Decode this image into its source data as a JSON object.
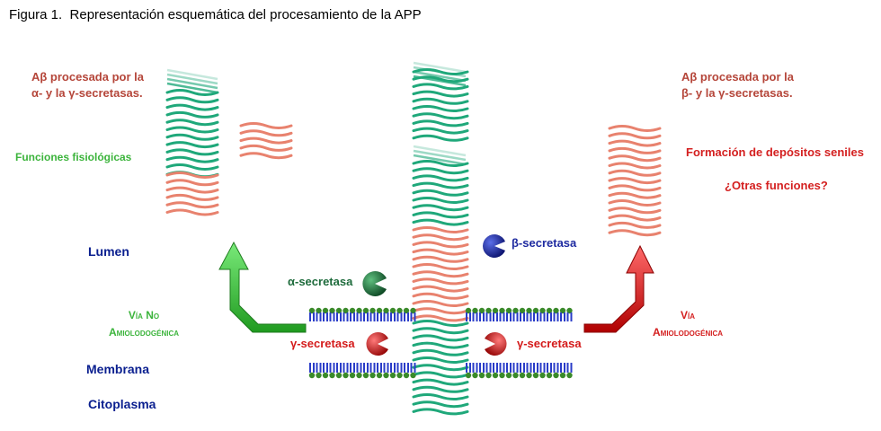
{
  "caption": "Figura 1.  Representación esquemática del procesamiento de la APP",
  "left": {
    "title_line1": "Aβ procesada por la",
    "title_line2": "α- y la γ-secretasas.",
    "function": "Funciones fisiológicas",
    "pathway_line1": "Vía No",
    "pathway_line2": "Amiolodogénica"
  },
  "right": {
    "title_line1": "Aβ procesada por la",
    "title_line2": "β- y la γ-secretasas.",
    "function1": "Formación de depósitos seniles",
    "function2": "¿Otras funciones?",
    "pathway_line1": "Vía",
    "pathway_line2": "Amiolodogénica"
  },
  "compartments": {
    "lumen": "Lumen",
    "membrane": "Membrana",
    "cytoplasm": "Citoplasma"
  },
  "enzymes": {
    "alpha": "α-secretasa",
    "beta": "β-secretasa",
    "gamma_left": "γ-secretasa",
    "gamma_right": "γ-secretasa"
  },
  "colors": {
    "title_left": "#b5463a",
    "title_right": "#b5463a",
    "physiological": "#3cb43c",
    "pathological": "#d42020",
    "compartment_text": "#0a1f8f",
    "app_green": "#1fa87a",
    "app_salmon": "#e8826e",
    "alpha_enzyme": "#1e6b3c",
    "beta_enzyme": "#1e2aa0",
    "gamma_enzyme": "#d41a1a",
    "nonamyloid_arrow": "#3cc23c",
    "amyloid_arrow": "#e01818",
    "membrane_blue": "#2a3cc8",
    "membrane_green": "#3a8a2a"
  },
  "icons": [
    "alpha-secretase-pacman-icon",
    "beta-secretase-pacman-icon",
    "gamma-secretase-pacman-icon",
    "non-amyloidogenic-arrow-icon",
    "amyloidogenic-arrow-icon"
  ]
}
